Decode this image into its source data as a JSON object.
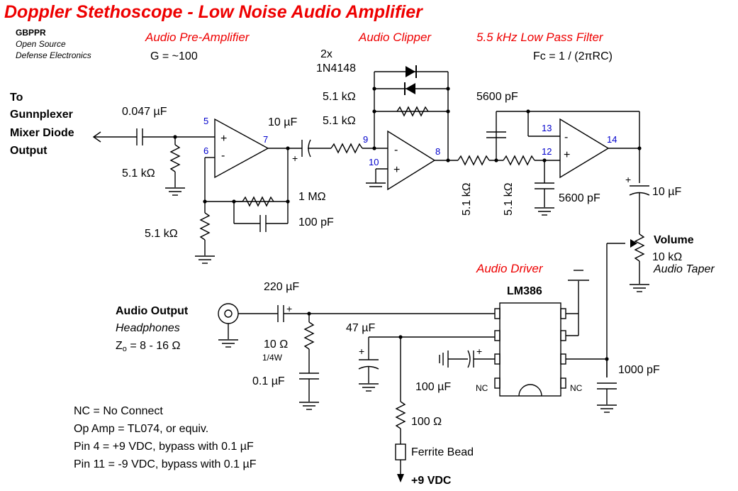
{
  "title": "Doppler Stethoscope - Low Noise Audio Amplifier",
  "credits": {
    "line1": "GBPPR",
    "line2": "Open Source",
    "line3": "Defense Electronics"
  },
  "sections": {
    "preamp": "Audio Pre-Amplifier",
    "preamp_gain": "G = ~100",
    "clipper": "Audio Clipper",
    "lpf": "5.5 kHz Low Pass Filter",
    "lpf_formula": "Fc = 1 / (2πRC)",
    "driver": "Audio Driver"
  },
  "input": {
    "line1": "To",
    "line2": "Gunnplexer",
    "line3": "Mixer Diode",
    "line4": "Output"
  },
  "components": {
    "c_in": "0.047 µF",
    "r_in": "5.1 kΩ",
    "r_gnd": "5.1 kΩ",
    "c_couple": "10 µF",
    "r_fb": "1 MΩ",
    "c_fb": "100 pF",
    "diodes_count": "2x",
    "diodes": "1N4148",
    "r_clip_in": "5.1 kΩ",
    "r_clip_fb": "5.1 kΩ",
    "c_lpf_top": "5600 pF",
    "r_lpf1": "5.1 kΩ",
    "r_lpf2": "5.1 kΩ",
    "c_lpf_gnd": "5600 pF",
    "c_out": "10 µF",
    "pot_name": "Volume",
    "pot_value": "10 kΩ",
    "pot_taper": "Audio Taper",
    "ic_driver": "LM386",
    "c_220": "220 µF",
    "r_10": "10 Ω",
    "r_10_power": "1/4W",
    "c_01": "0.1 µF",
    "c_47": "47 µF",
    "c_100": "100 µF",
    "c_1000": "1000 pF",
    "r_100": "100 Ω",
    "ferrite": "Ferrite Bead",
    "supply": "+9 VDC",
    "nc_left": "NC",
    "nc_right": "NC"
  },
  "pins": {
    "p5": "5",
    "p6": "6",
    "p7": "7",
    "p9": "9",
    "p10": "10",
    "p8": "8",
    "p13": "13",
    "p12": "12",
    "p14": "14"
  },
  "output": {
    "label": "Audio Output",
    "sub": "Headphones",
    "imp_prefix": "Z",
    "imp_sub": "o",
    "imp_value": " = 8 - 16 Ω"
  },
  "notes": [
    "NC = No Connect",
    "Op Amp = TL074, or equiv.",
    "Pin 4 = +9 VDC, bypass with 0.1 µF",
    "Pin 11 = -9 VDC, bypass with 0.1 µF"
  ],
  "colors": {
    "heading": "#ee0000",
    "pin": "#0000cc",
    "line": "#000000"
  }
}
